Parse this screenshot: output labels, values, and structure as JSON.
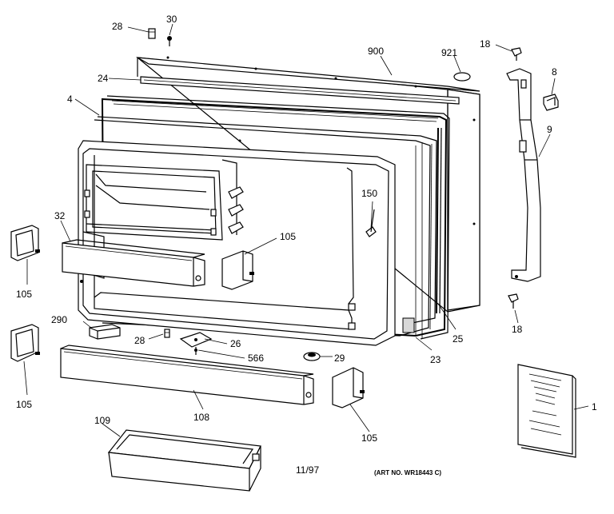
{
  "callouts": {
    "c28a": "28",
    "c30": "30",
    "c900": "900",
    "c921": "921",
    "c18a": "18",
    "c8": "8",
    "c24": "24",
    "c4": "4",
    "c9": "9",
    "c150": "150",
    "c32": "32",
    "c105a": "105",
    "c105b": "105",
    "c105c": "105",
    "c105d": "105",
    "c290": "290",
    "c28b": "28",
    "c26": "26",
    "c566": "566",
    "c29": "29",
    "c23": "23",
    "c25": "25",
    "c18b": "18",
    "c1": "1",
    "c108": "108",
    "c109": "109"
  },
  "footer": {
    "date": "11/97",
    "art_no": "(ART NO. WR18443 C)"
  },
  "icons": [
    "refrigerator-door-outer-panel",
    "door-liner",
    "door-gasket",
    "handle",
    "shelf-bin",
    "door-rail",
    "owners-manual"
  ]
}
